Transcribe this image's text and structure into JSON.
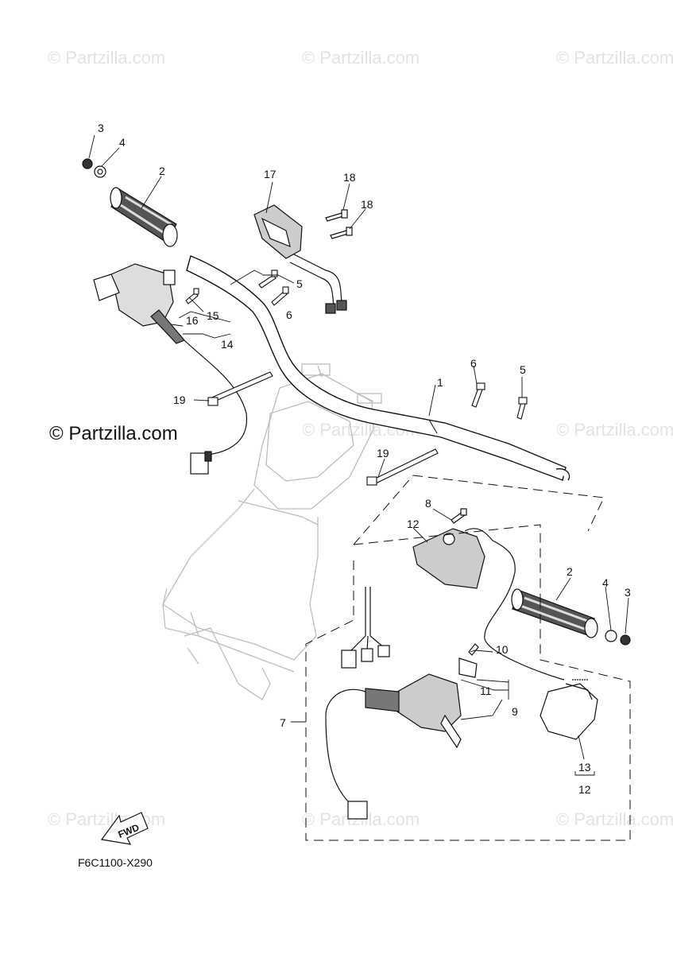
{
  "watermark": "© Partzilla.com",
  "diagram_code": "F6C1100-X290",
  "fwd_label": "FWD",
  "callouts": {
    "c1": "1",
    "c2a": "2",
    "c2b": "2",
    "c3a": "3",
    "c3b": "3",
    "c4a": "4",
    "c4b": "4",
    "c5a": "5",
    "c5b": "5",
    "c6a": "6",
    "c6b": "6",
    "c7": "7",
    "c8": "8",
    "c9": "9",
    "c10": "10",
    "c11": "11",
    "c12a": "12",
    "c12b": "12",
    "c13": "13",
    "c14": "14",
    "c15": "15",
    "c16": "16",
    "c17": "17",
    "c18a": "18",
    "c18b": "18",
    "c19a": "19",
    "c19b": "19"
  }
}
